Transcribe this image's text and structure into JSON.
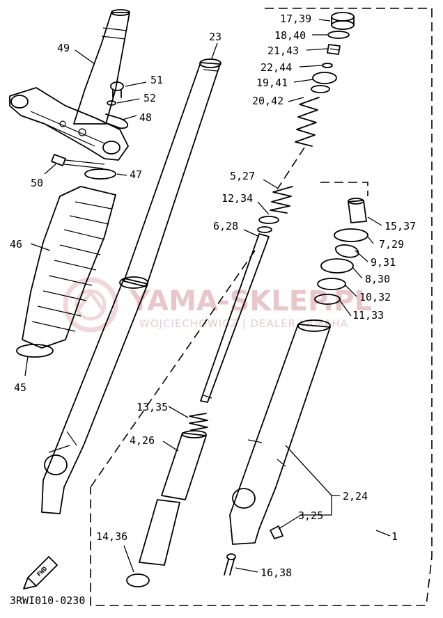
{
  "diagram": {
    "code": "3RWI010-0230",
    "fwd_label": "FWD",
    "watermark": {
      "title": "YAMA-SKLEP.PL",
      "subtitle": "WOJCIECHOWICZ | DEALER YAMAHA"
    },
    "labels": {
      "p49": "49",
      "p51": "51",
      "p52": "52",
      "p48": "48",
      "p50": "50",
      "p47": "47",
      "p46": "46",
      "p45": "45",
      "p23": "23",
      "p17_39": "17,39",
      "p18_40": "18,40",
      "p21_43": "21,43",
      "p22_44": "22,44",
      "p19_41": "19,41",
      "p20_42": "20,42",
      "p5_27": "5,27",
      "p12_34": "12,34",
      "p6_28": "6,28",
      "p15_37": "15,37",
      "p7_29": "7,29",
      "p9_31": "9,31",
      "p8_30": "8,30",
      "p10_32": "10,32",
      "p11_33": "11,33",
      "p13_35": "13,35",
      "p4_26": "4,26",
      "p2_24": "2,24",
      "p3_25": "3,25",
      "p1": "1",
      "p14_36": "14,36",
      "p16_38": "16,38"
    }
  }
}
